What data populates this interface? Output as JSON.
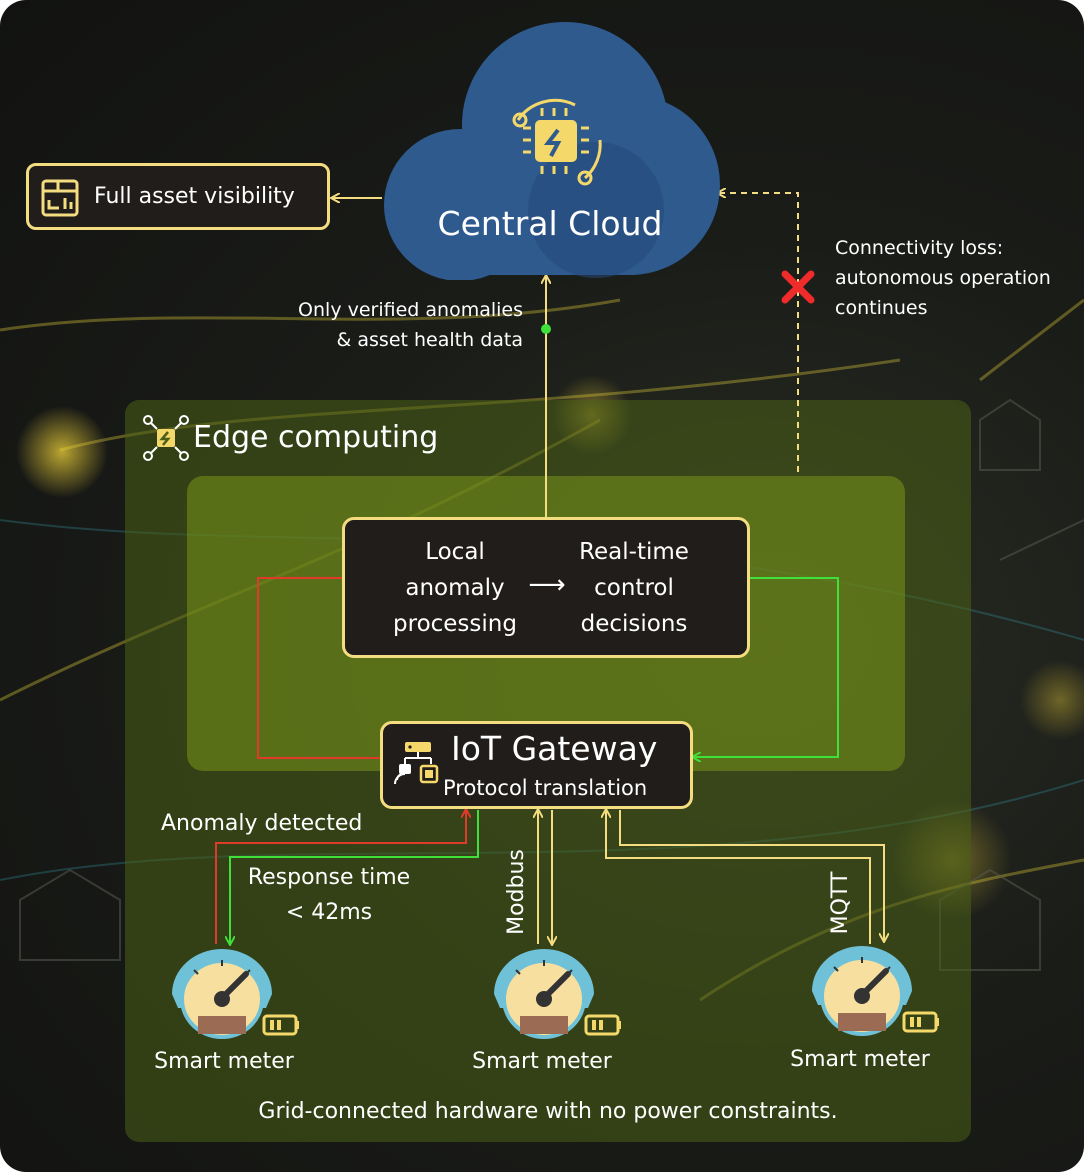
{
  "cloud": {
    "title": "Central Cloud"
  },
  "visibility": {
    "label": "Full asset visibility"
  },
  "uplink": {
    "line1": "Only verified anomalies",
    "line2": "& asset health data"
  },
  "connectivity": {
    "line1": "Connectivity loss:",
    "line2": "autonomous operation",
    "line3": "continues"
  },
  "edge": {
    "title": "Edge computing"
  },
  "processing": {
    "left": [
      "Local",
      "anomaly",
      "processing"
    ],
    "right": [
      "Real-time",
      "control",
      "decisions"
    ],
    "arrow": "⟶"
  },
  "gateway": {
    "title": "IoT Gateway",
    "subtitle": "Protocol translation"
  },
  "anomaly": {
    "label": "Anomaly detected"
  },
  "response": {
    "line1": "Response time",
    "line2": "< 42ms"
  },
  "protocols": {
    "left": "Modbus",
    "right": "MQTT"
  },
  "meters": [
    {
      "label": "Smart meter"
    },
    {
      "label": "Smart meter"
    },
    {
      "label": "Smart meter"
    }
  ],
  "footer": {
    "text": "Grid-connected hardware with no power constraints."
  },
  "colors": {
    "accent": "#f4dc80",
    "red": "#e03a2a",
    "green": "#3fe03a",
    "cloud": "#2e5a8e"
  }
}
